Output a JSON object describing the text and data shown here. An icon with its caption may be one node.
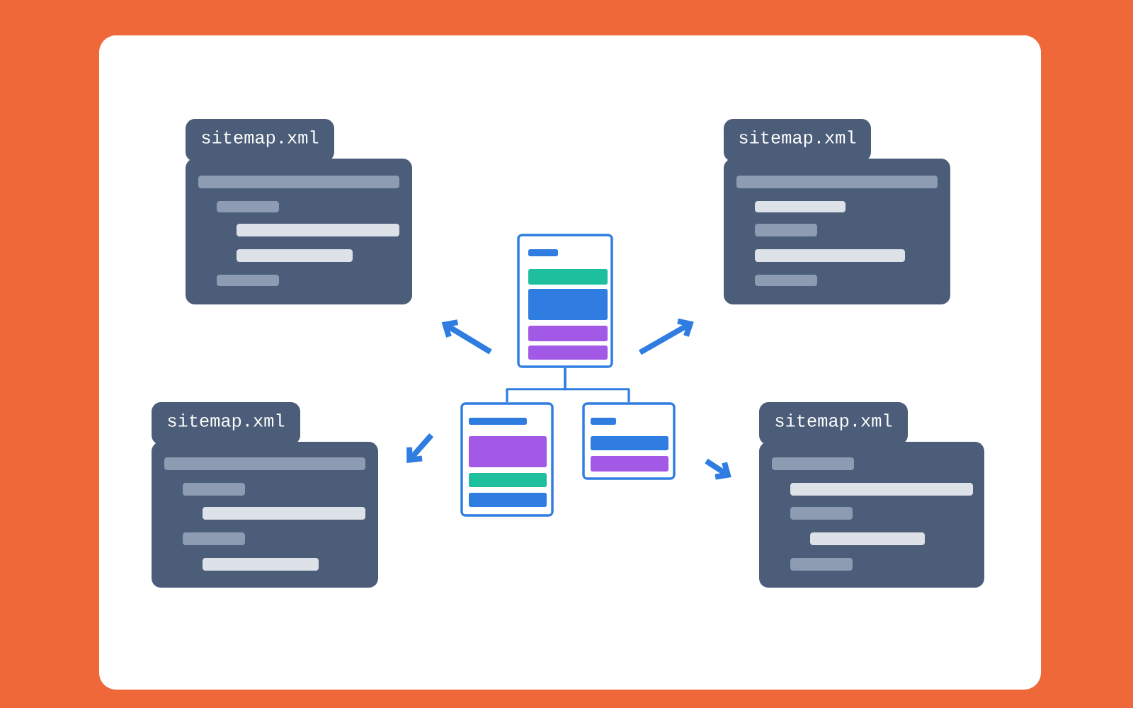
{
  "diagram": {
    "nodes": [
      {
        "text": [
          "sitemap.xml"
        ]
      },
      {
        "text": [
          "sitemap.xml"
        ]
      },
      {
        "text": [],
        "shape": "box"
      },
      {
        "text": [
          "sitemap.xml"
        ]
      },
      {
        "text": [],
        "shape": "box"
      },
      {
        "text": [],
        "shape": "box"
      },
      {
        "text": [
          "sitemap.xml"
        ]
      }
    ],
    "edges": [
      {
        "from": 2,
        "to": 0,
        "arrow": "to"
      },
      {
        "from": 2,
        "to": 1,
        "arrow": "to"
      },
      {
        "from": 2,
        "to": 4,
        "arrow": "none"
      },
      {
        "from": 2,
        "to": 5,
        "arrow": "none"
      },
      {
        "from": 4,
        "to": 3,
        "arrow": "to"
      },
      {
        "from": 5,
        "to": 6,
        "arrow": "to"
      }
    ]
  }
}
